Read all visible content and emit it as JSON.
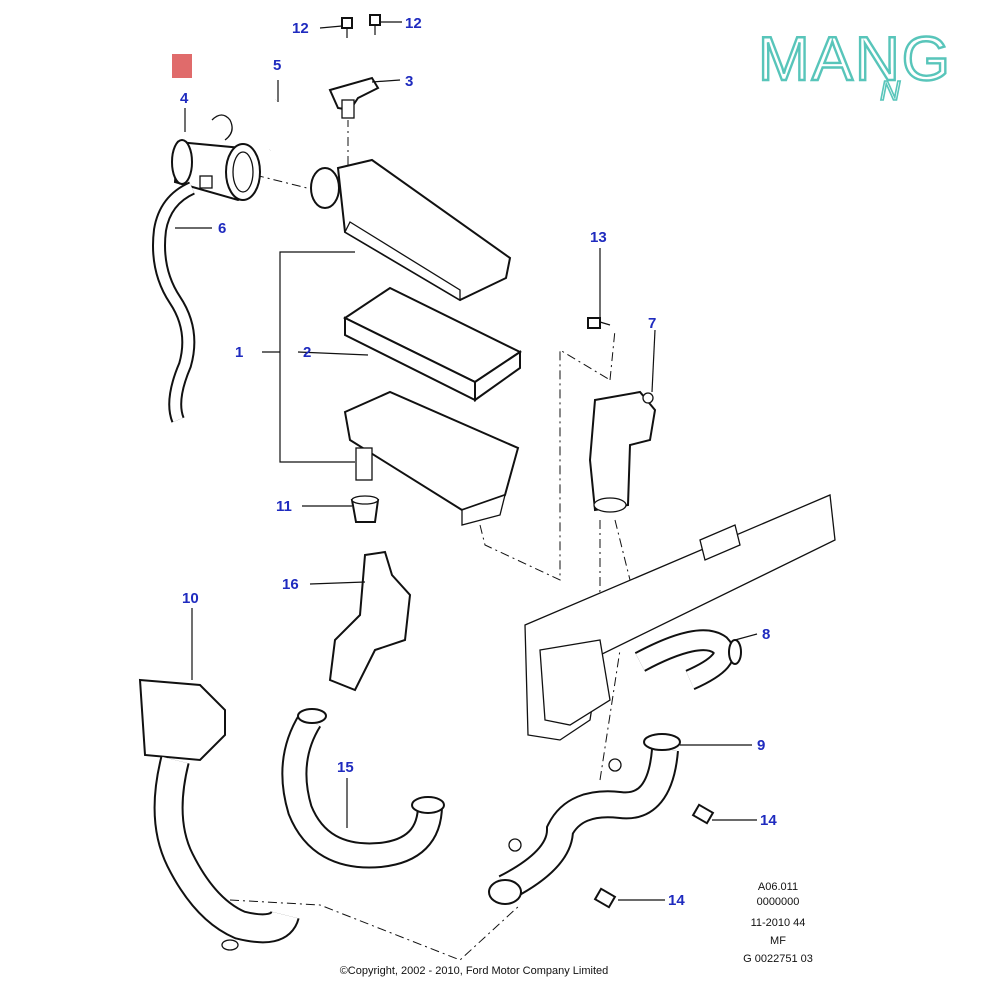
{
  "logo": {
    "main_text": "MANG",
    "sub_text": "N",
    "color": "#58c5ba"
  },
  "marker": {
    "color": "#e06b6b"
  },
  "callout_color": "#1f2bbf",
  "callouts": {
    "c1": "1",
    "c2": "2",
    "c3": "3",
    "c4": "4",
    "c5": "5",
    "c6": "6",
    "c7": "7",
    "c8": "8",
    "c9": "9",
    "c10": "10",
    "c11": "11",
    "c12a": "12",
    "c12b": "12",
    "c13": "13",
    "c14a": "14",
    "c14b": "14",
    "c15": "15",
    "c16": "16"
  },
  "metadata": {
    "line1": "A06.011",
    "line2": "0000000",
    "line3": "11-2010 44",
    "line4": "MF",
    "line5": "G 0022751 03"
  },
  "copyright": "©Copyright, 2002 - 2010, Ford Motor Company Limited"
}
